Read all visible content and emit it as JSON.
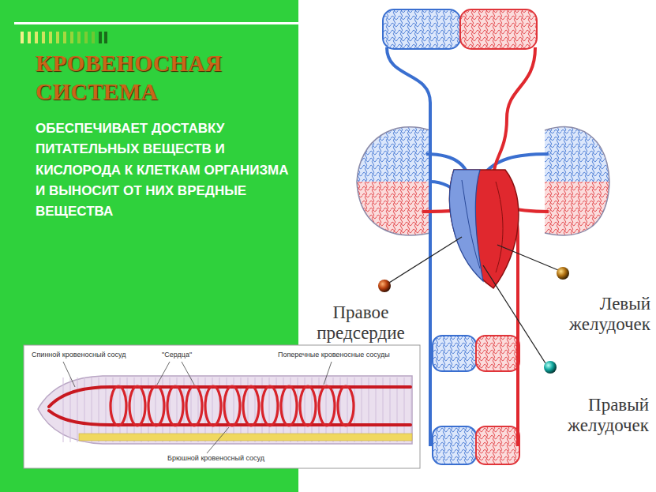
{
  "diagram": {
    "title": "КРОВЕНОСНАЯ СИСТЕМА",
    "labels": [
      "ОБЕСПЕЧИВАЕТ ДОСТАВКУ ПИТАТЕЛЬНЫХ ВЕЩЕСТВ И КИСЛОРОДА К КЛЕТКАМ ОРГАНИЗМА И ВЫНОСИТ ОТ НИХ ВРЕДНЫЕ ВЕЩЕСТВА",
      "Правое предсердие",
      "Левый желудочек",
      "Правый желудочек",
      "Спинной кровеносный сосуд",
      "\"Сердца\"",
      "Поперечные кровеносные сосуды",
      "Брюшной кровеносный сосуд"
    ]
  }
}
